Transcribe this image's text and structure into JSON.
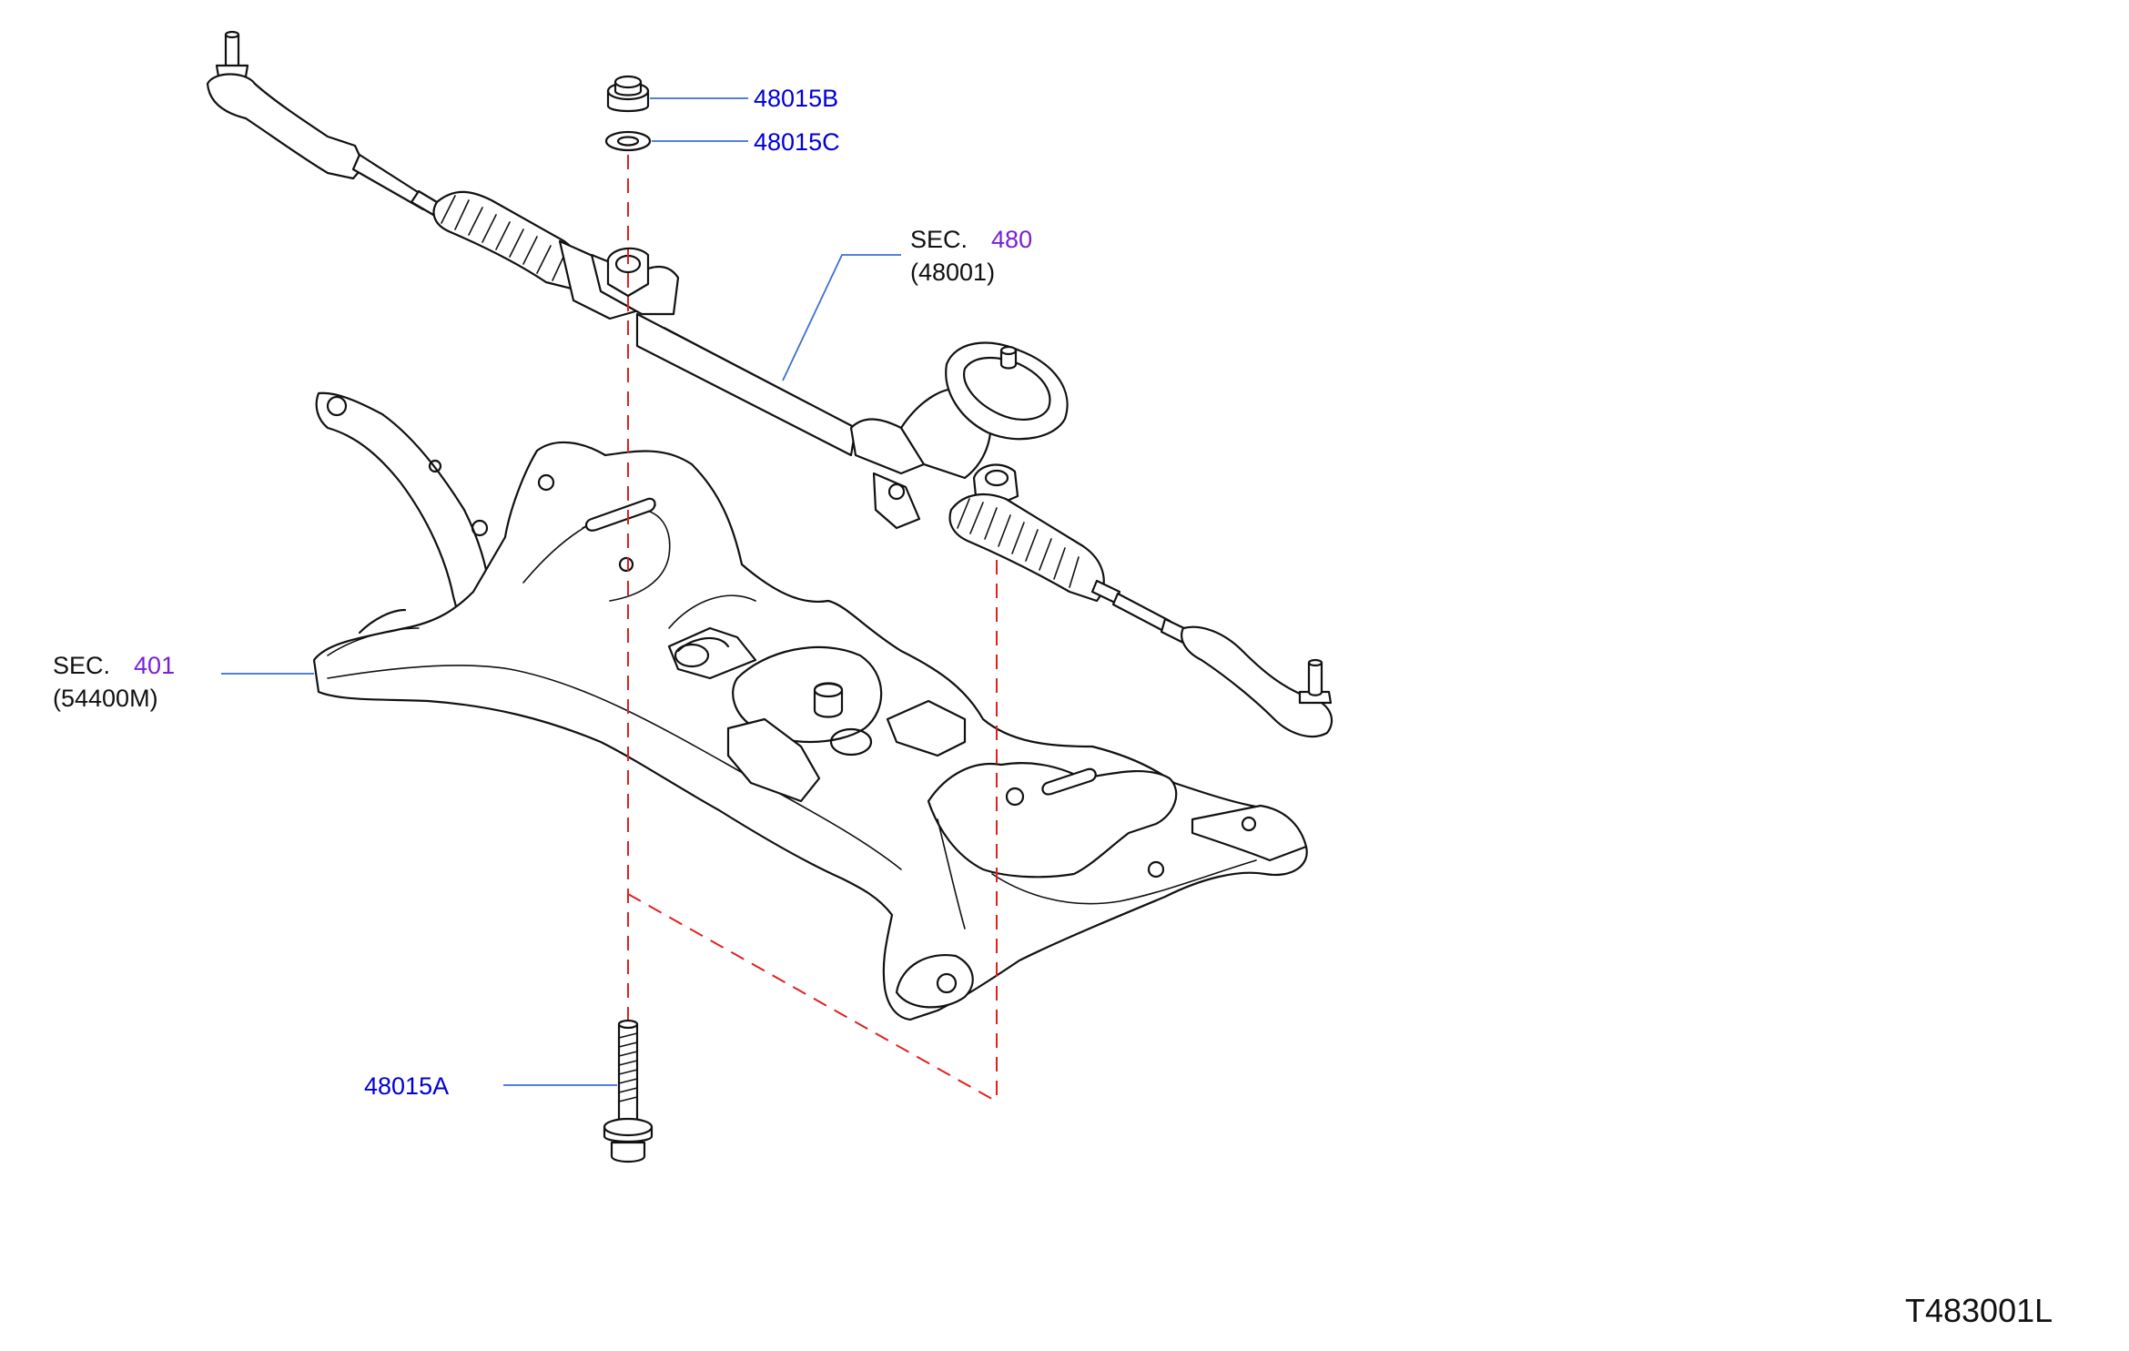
{
  "parts": {
    "nut": "48015B",
    "washer": "48015C",
    "bolt": "48015A"
  },
  "references": {
    "gear": {
      "sec_prefix": "SEC.",
      "sec_number": "480",
      "part_number": "(48001)"
    },
    "member": {
      "sec_prefix": "SEC.",
      "sec_number": "401",
      "part_number": "(54400M)"
    }
  },
  "diagram_code": "T483001L",
  "icons": [
    "steering-gear-icon",
    "front-suspension-member-icon",
    "flange-nut-icon",
    "washer-icon",
    "bolt-icon"
  ],
  "colors": {
    "part_label": "#0000d6",
    "section_number": "#7a1fd6",
    "leader_line": "#3a6fd0",
    "assembly_line": "#e02020"
  }
}
